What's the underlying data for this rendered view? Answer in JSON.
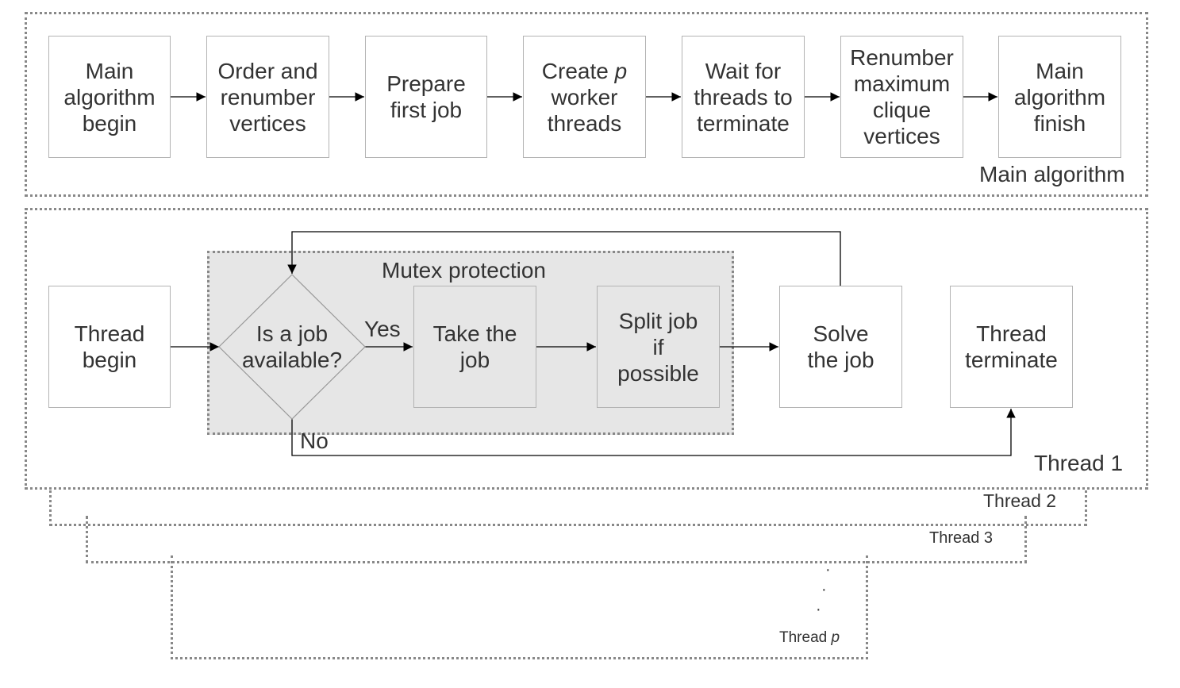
{
  "main": {
    "frame_label": "Main algorithm",
    "boxes": [
      {
        "lines": [
          "Main",
          "algorithm",
          "begin"
        ]
      },
      {
        "lines": [
          "Order and",
          "renumber",
          "vertices"
        ]
      },
      {
        "lines": [
          "Prepare",
          "first job"
        ]
      },
      {
        "lines": [
          "Create ",
          "worker",
          "threads"
        ],
        "italic_suffix": "p"
      },
      {
        "lines": [
          "Wait for",
          "threads to",
          "terminate"
        ]
      },
      {
        "lines": [
          "Renumber",
          "maximum",
          "clique",
          "vertices"
        ]
      },
      {
        "lines": [
          "Main",
          "algorithm",
          "finish"
        ]
      }
    ]
  },
  "thread": {
    "frame_label": "Thread 1",
    "mutex_label": "Mutex protection",
    "begin": {
      "lines": [
        "Thread",
        "begin"
      ]
    },
    "decision": {
      "lines": [
        "Is a job",
        "available?"
      ]
    },
    "yes_label": "Yes",
    "no_label": "No",
    "take": {
      "lines": [
        "Take the",
        "job"
      ]
    },
    "split": {
      "lines": [
        "Split job",
        "if",
        "possible"
      ]
    },
    "solve": {
      "lines": [
        "Solve",
        "the job"
      ]
    },
    "terminate": {
      "lines": [
        "Thread",
        "terminate"
      ]
    }
  },
  "stack": {
    "thread2": "Thread 2",
    "thread3": "Thread 3",
    "threadp_prefix": "Thread ",
    "threadp_var": "p",
    "ellipsis": [
      "·",
      "·",
      "·"
    ]
  }
}
